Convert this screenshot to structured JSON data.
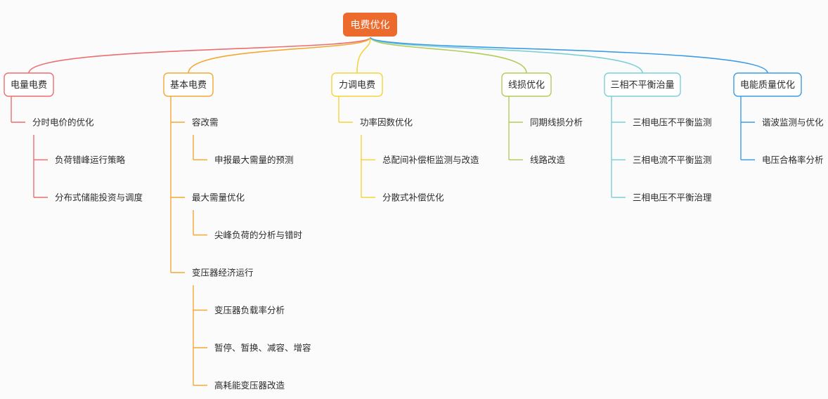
{
  "root": {
    "label": "电费优化",
    "color": "#ec6a2c"
  },
  "branches": [
    {
      "key": "b0",
      "label": "电量电费",
      "color": "#ec6e6e",
      "children": [
        {
          "label": "分时电价的优化",
          "children": [
            {
              "label": "负荷错峰运行策略"
            },
            {
              "label": "分布式储能投资与调度"
            }
          ]
        }
      ]
    },
    {
      "key": "b1",
      "label": "基本电费",
      "color": "#f3a833",
      "children": [
        {
          "label": "容改需",
          "children": [
            {
              "label": "申报最大需量的预测"
            }
          ]
        },
        {
          "label": "最大需量优化",
          "children": [
            {
              "label": "尖峰负荷的分析与错时"
            }
          ]
        },
        {
          "label": "变压器经济运行",
          "children": [
            {
              "label": "变压器负载率分析"
            },
            {
              "label": "暂停、暂换、减容、增容"
            },
            {
              "label": "高耗能变压器改造"
            }
          ]
        }
      ]
    },
    {
      "key": "b2",
      "label": "力调电费",
      "color": "#f5d33a",
      "children": [
        {
          "label": "功率因数优化",
          "children": [
            {
              "label": "总配间补偿柜监测与改造"
            },
            {
              "label": "分散式补偿优化"
            }
          ]
        }
      ]
    },
    {
      "key": "b3",
      "label": "线损优化",
      "color": "#b2cc5a",
      "children": [
        {
          "label": "同期线损分析",
          "children": []
        },
        {
          "label": "线路改造",
          "children": []
        }
      ]
    },
    {
      "key": "b4",
      "label": "三相不平衡治量",
      "color": "#7ccfd6",
      "children": [
        {
          "label": "三相电压不平衡监测",
          "children": []
        },
        {
          "label": "三相电流不平衡监测",
          "children": []
        },
        {
          "label": "三相电压不平衡治理",
          "children": []
        }
      ]
    },
    {
      "key": "b5",
      "label": "电能质量优化",
      "color": "#3c9be6",
      "children": [
        {
          "label": "谐波监测与优化",
          "children": []
        },
        {
          "label": "电压合格率分析",
          "children": []
        }
      ]
    }
  ]
}
